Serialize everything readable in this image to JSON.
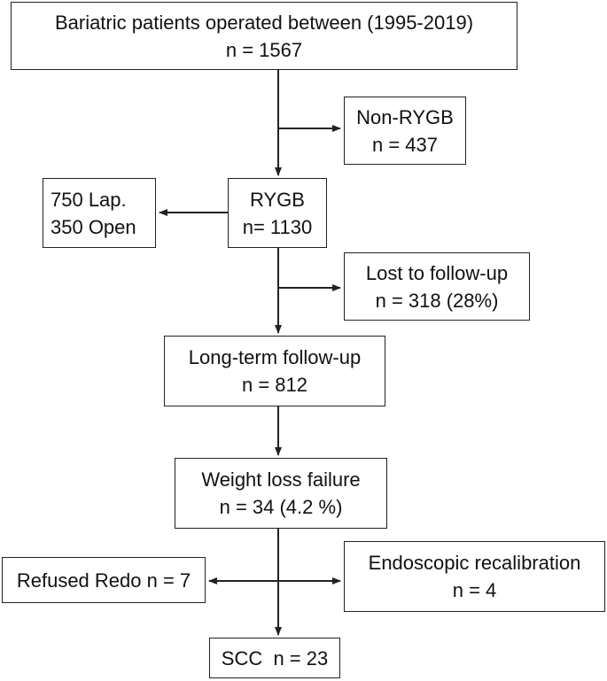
{
  "flowchart": {
    "total": {
      "line1": "Bariatric patients operated between (1995-2019)",
      "line2": "n = 1567"
    },
    "non_rygb": {
      "line1": "Non-RYGB",
      "line2": "n = 437"
    },
    "rygb": {
      "line1": "RYGB",
      "line2": "n= 1130"
    },
    "approach": {
      "line1": "750 Lap.",
      "line2": "350 Open"
    },
    "lost": {
      "line1": "Lost to follow-up",
      "line2": "n = 318 (28%)"
    },
    "longterm": {
      "line1": "Long-term follow-up",
      "line2": "n = 812"
    },
    "failure": {
      "line1": "Weight loss failure",
      "line2": "n = 34 (4.2 %)"
    },
    "refused": {
      "line1": "Refused Redo n = 7"
    },
    "endoscopic": {
      "line1": "Endoscopic recalibration",
      "line2": "n = 4"
    },
    "scc": {
      "line1": "SCC  n = 23"
    }
  }
}
